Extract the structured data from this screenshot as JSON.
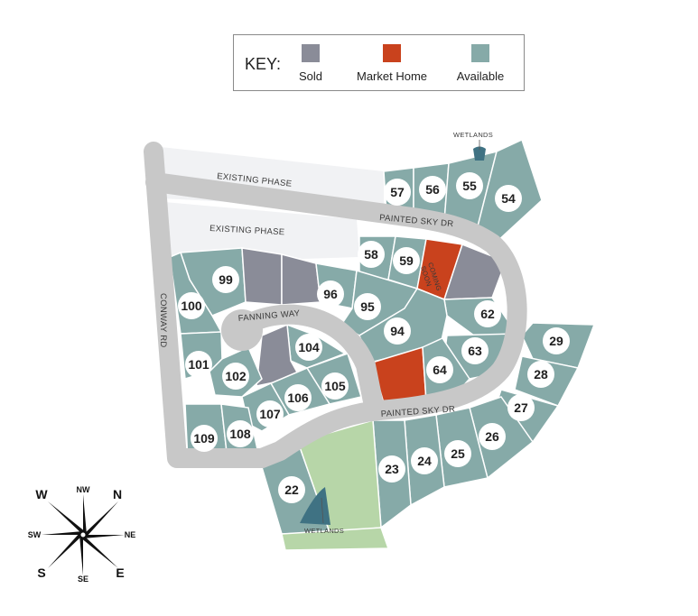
{
  "key": {
    "title": "KEY:",
    "items": [
      {
        "label": "Sold",
        "color": "#8a8c98"
      },
      {
        "label": "Market Home",
        "color": "#c9421d"
      },
      {
        "label": "Available",
        "color": "#86aaa8"
      }
    ]
  },
  "colors": {
    "available": "#86aaa8",
    "sold": "#8a8c98",
    "market_home": "#c9421d",
    "road": "#c8c8c8",
    "existing_phase": "#f1f2f4",
    "wetlands_water": "#3f7283",
    "open_space": "#b7d6a8",
    "lot_border": "#ffffff"
  },
  "labels": {
    "existing_phase_1": "EXISTING PHASE",
    "existing_phase_2": "EXISTING PHASE",
    "painted_sky_dr_1": "PAINTED SKY DR",
    "painted_sky_dr_2": "PAINTED SKY DR",
    "fanning_way": "FANNING WAY",
    "conway_rd": "CONWAY RD",
    "wetlands_top": "WETLANDS",
    "wetlands_bottom": "WETLANDS",
    "coming_soon_1": "COMING",
    "coming_soon_2": "SOON"
  },
  "lots": [
    "57",
    "56",
    "55",
    "54",
    "58",
    "59",
    "99",
    "100",
    "96",
    "95",
    "62",
    "94",
    "104",
    "63",
    "101",
    "102",
    "64",
    "105",
    "106",
    "29",
    "28",
    "107",
    "27",
    "109",
    "108",
    "26",
    "25",
    "24",
    "23",
    "22"
  ],
  "compass": {
    "n": "N",
    "nw": "NW",
    "w": "W",
    "ne": "NE",
    "sw": "SW",
    "s": "S",
    "se": "SE",
    "e": "E"
  }
}
